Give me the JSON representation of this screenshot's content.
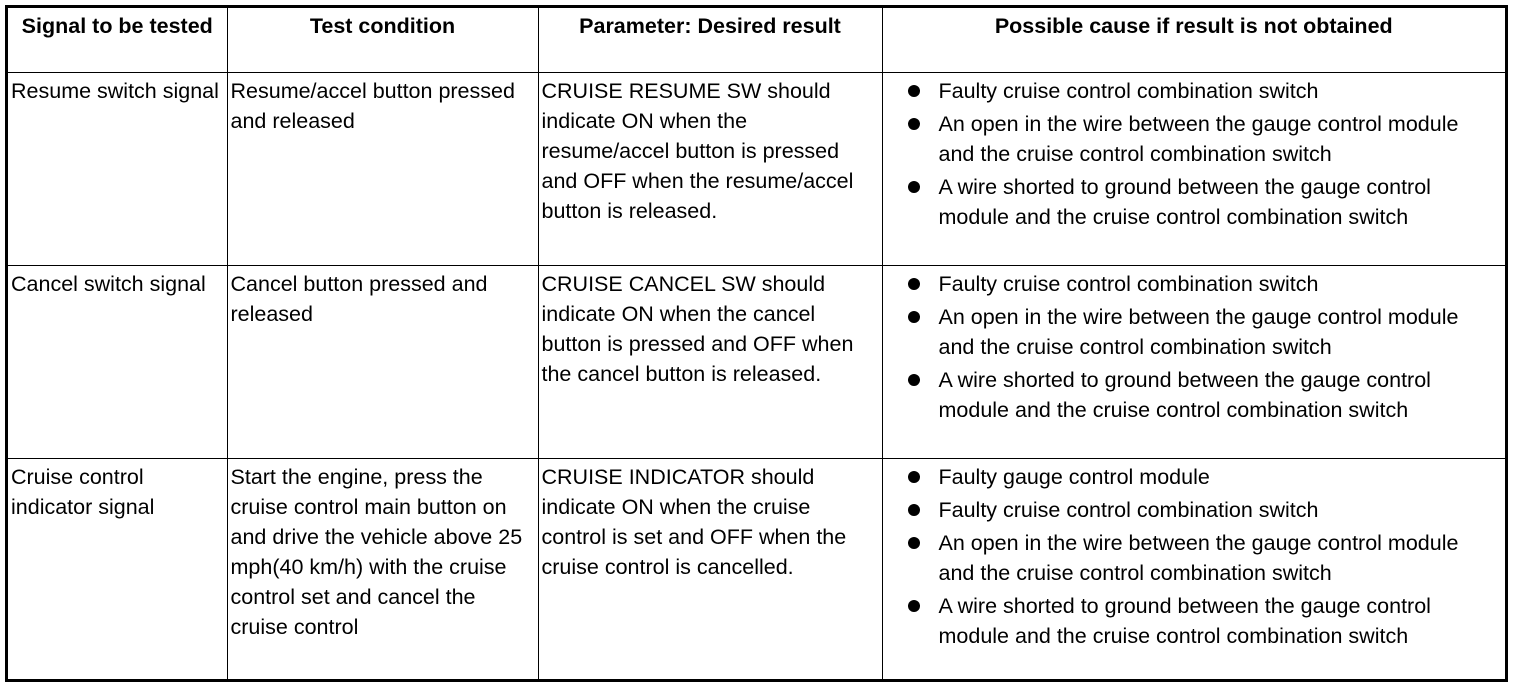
{
  "table": {
    "headers": [
      "Signal to be tested",
      "Test condition",
      "Parameter: Desired result",
      "Possible cause if result is not obtained"
    ],
    "rows": [
      {
        "signal": "Resume switch signal",
        "condition": "Resume/accel button pressed and released",
        "result": "CRUISE RESUME SW should indicate ON when the resume/accel button is pressed and OFF when the resume/accel button is released.",
        "causes": [
          "Faulty cruise control combination switch",
          "An open in the wire between the gauge control module and the cruise control combination switch",
          "A wire shorted to ground between the gauge control module and the cruise control combination switch"
        ]
      },
      {
        "signal": "Cancel switch signal",
        "condition": "Cancel button pressed and released",
        "result": "CRUISE CANCEL SW should indicate ON when the cancel button is pressed and OFF when the cancel button is released.",
        "causes": [
          "Faulty cruise control combination switch",
          "An open in the wire between the gauge control module and the cruise control combination switch",
          "A wire shorted to ground between the gauge control module and the cruise control combination switch"
        ]
      },
      {
        "signal": "Cruise control indicator signal",
        "condition": "Start the engine, press the cruise control main button on and drive the vehicle above 25 mph(40 km/h) with the cruise control set and cancel the cruise control",
        "result": "CRUISE INDICATOR should indicate ON when the cruise control is set and OFF when the cruise control is cancelled.",
        "causes": [
          "Faulty gauge control module",
          "Faulty cruise control combination switch",
          "An open in the wire between the gauge control module and the cruise control combination switch",
          "A wire shorted to ground between the gauge control module and the cruise control combination switch"
        ]
      }
    ]
  }
}
